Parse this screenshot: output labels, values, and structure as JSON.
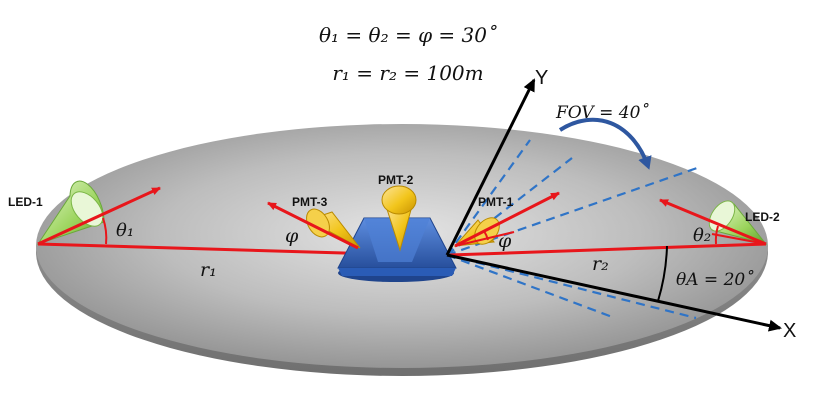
{
  "equations": {
    "line1": "θ₁ = θ₂ = φ = 30˚",
    "line2": "r₁ = r₂ = 100m"
  },
  "annotations": {
    "fov": "FOV = 40˚",
    "theta_a": "θA = 20˚",
    "theta1": "θ₁",
    "theta2": "θ₂",
    "phi_left": "φ",
    "phi_right": "φ",
    "r1": "r₁",
    "r2": "r₂"
  },
  "devices": {
    "led1": "LED-1",
    "led2": "LED-2",
    "pmt1": "PMT-1",
    "pmt2": "PMT-2",
    "pmt3": "PMT-3"
  },
  "axes": {
    "x": "X",
    "y": "Y"
  },
  "colors": {
    "arrow_red": "#e8161b",
    "axis_black": "#000000",
    "fov_dashed": "#2f74c7",
    "curve_blue": "#2e57a0",
    "cone_yellow": "#f2c51b",
    "cone_green": "#9bd45c",
    "base_blue": "#3b6cc8"
  }
}
